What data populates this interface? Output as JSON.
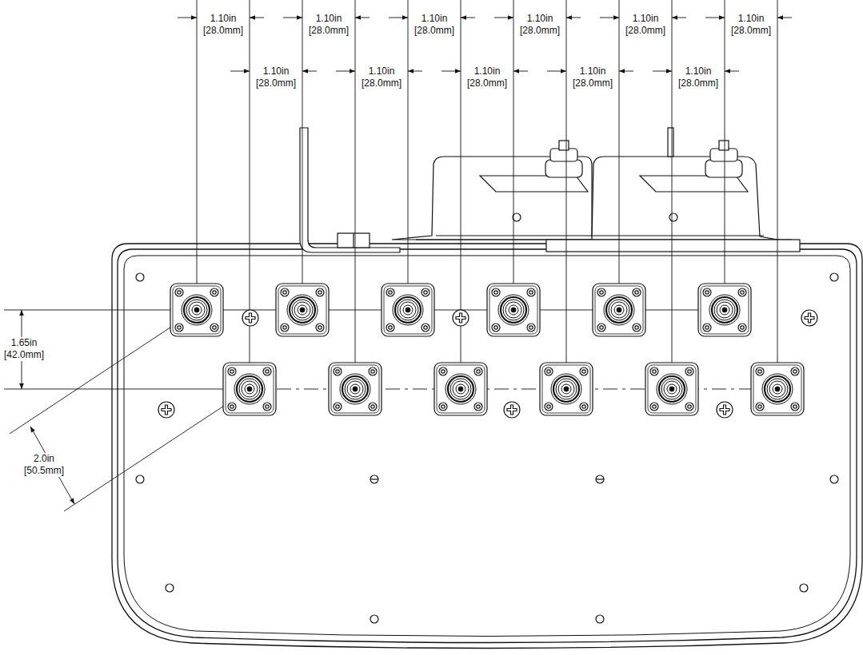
{
  "diagram": {
    "labels": [
      "1.10in [28.0mm]",
      "1.10in [28.0mm]",
      "1.10in [28.0mm]",
      "1.10in [28.0mm]",
      "1.10in [28.0mm]",
      "1.10in [28.0mm]",
      "1.10in [28.0mm]",
      "1.10in [28.0mm]",
      "1.10in [28.0mm]",
      "1.10in [28.0mm]",
      "1.10in [28.0mm]",
      "1.65in [42.0mm]",
      "2.0in [50.5mm]"
    ]
  }
}
